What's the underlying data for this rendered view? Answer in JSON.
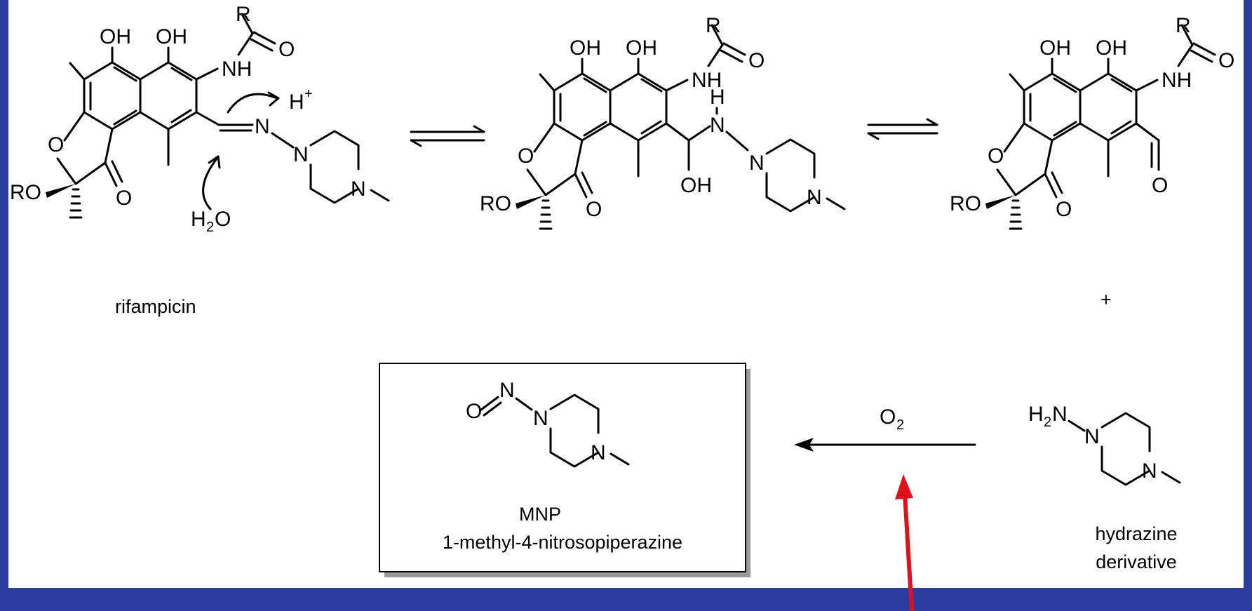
{
  "colors": {
    "frame": "#2b3d9e",
    "panel": "#ffffff",
    "ink": "#000000",
    "pointer": "#e0101a",
    "box_shadow": "#9a9a9a"
  },
  "atoms": {
    "OH": "OH",
    "NH": "NH",
    "R": "R",
    "O": "O",
    "N": "N",
    "H": "H",
    "RO": "RO",
    "Hplus": "H",
    "plus_sup": "+",
    "H2O_H": "H",
    "H2O_2": "2",
    "H2O_O": "O",
    "H2N_H": "H",
    "H2N_2": "2",
    "H2N_N": "N"
  },
  "labels": {
    "rifampicin": "rifampicin",
    "plus": "+",
    "reagent_O": "O",
    "reagent_2": "2",
    "mnp": "MNP",
    "mnp_full": "1-methyl-4-nitrosopiperazine",
    "hydrazine_line1": "hydrazine",
    "hydrazine_line2": "derivative"
  },
  "icons": {
    "equilibrium": "equilibrium-arrow-icon",
    "reaction": "reaction-arrow-icon",
    "pointer": "red-pointer-arrow-icon"
  }
}
